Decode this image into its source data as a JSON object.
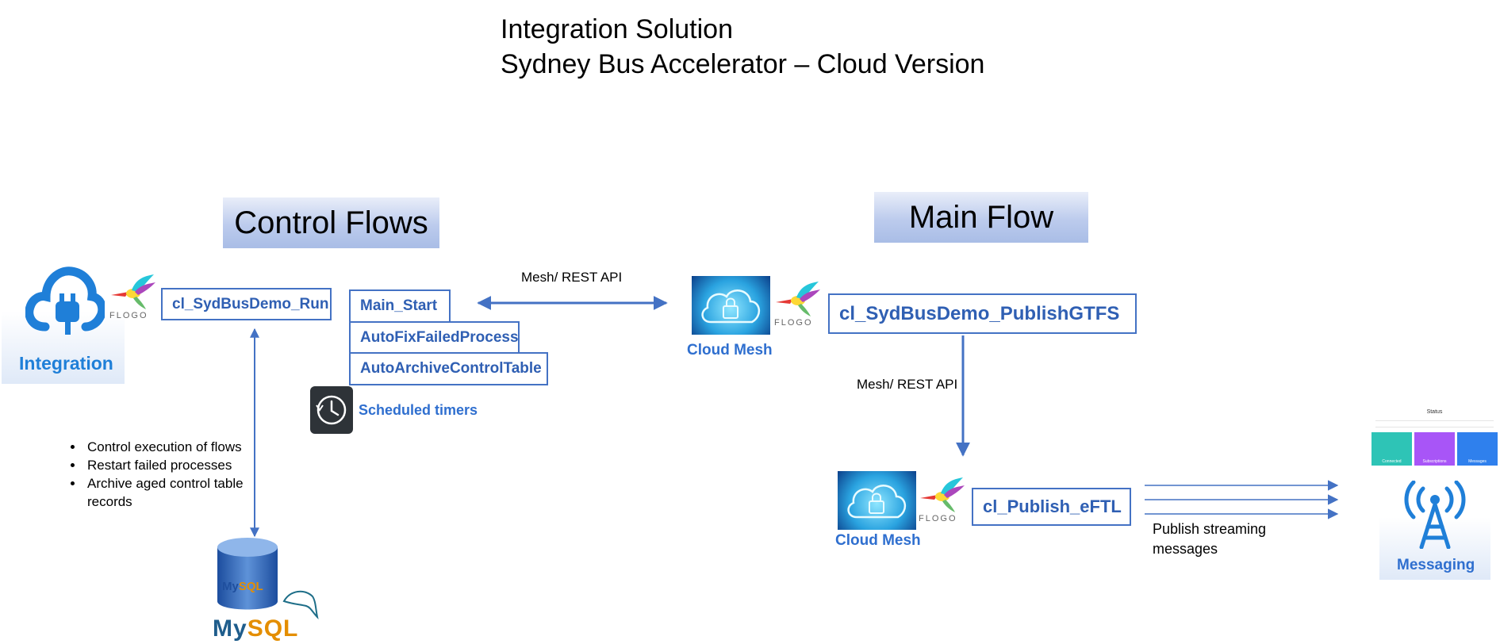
{
  "title": {
    "line1": "Integration Solution",
    "line2": "Sydney Bus Accelerator – Cloud Version"
  },
  "sections": {
    "control": "Control Flows",
    "main": "Main Flow"
  },
  "nodes": {
    "integration_label": "Integration",
    "flogo_word": "FLOGO",
    "run_flow": "cl_SydBusDemo_Run",
    "main_start": "Main_Start",
    "autofix": "AutoFixFailedProcess",
    "autoarchive": "AutoArchiveControlTable",
    "scheduled_timers": "Scheduled timers",
    "publish_gtfs": "cl_SydBusDemo_PublishGTFS",
    "cloud_mesh_1": "Cloud Mesh",
    "cloud_mesh_2": "Cloud Mesh",
    "publish_eftl": "cl_Publish_eFTL",
    "messaging_label": "Messaging",
    "mysql_my": "My",
    "mysql_sql": "SQL"
  },
  "edges": {
    "mesh_rest_1": "Mesh/ REST API",
    "mesh_rest_2": "Mesh/ REST API",
    "publish_streaming_1": "Publish streaming",
    "publish_streaming_2": "messages"
  },
  "bullets": {
    "b1": "Control execution of flows",
    "b2": "Restart failed processes",
    "b3_1": "Archive aged control table",
    "b3_2": "records"
  },
  "status_widget": {
    "title": "Status",
    "tiles": [
      "Connected",
      "Subscriptions",
      "Messages"
    ]
  },
  "colors": {
    "accent": "#4472c4",
    "label_blue": "#2f6fcf",
    "header_gradient_end": "#a9bde6",
    "tile_teal": "#2ec4b6",
    "tile_purple": "#a855f7",
    "tile_blue": "#2f80ed"
  }
}
